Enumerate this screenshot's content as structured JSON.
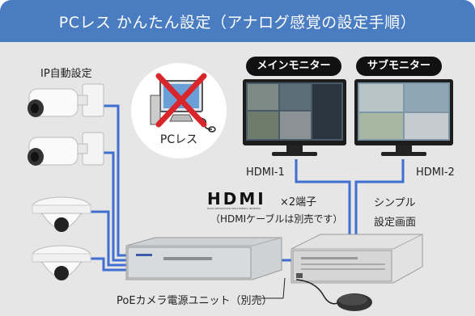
{
  "header": {
    "title": "PCレス かんたん設定（アナログ感覚の設定手順）"
  },
  "labels": {
    "ip_auto": "IP自動設定",
    "pc_less": "PCレス",
    "main_monitor": "メインモニター",
    "sub_monitor": "サブモニター",
    "hdmi1": "HDMI-1",
    "hdmi2": "HDMI-2",
    "hdmi_logo": "HDMI",
    "hdmi_logo_sub": "HIGH-DEFINITION MULTIMEDIA INTERFACE",
    "hdmi_terminals": "×2端子",
    "hdmi_note": "（HDMIケーブルは別売です）",
    "simple_line1": "シンプル",
    "simple_line2": "設定画面",
    "poe_unit": "PoEカメラ電源ユニット（別売）"
  },
  "colors": {
    "header": "#4a7cc1",
    "cable": "#3f6fd0",
    "panel": "#e6e6e6",
    "cross": "#d9262c"
  },
  "icons": [
    "bullet-camera-icon",
    "dome-camera-icon",
    "pc-icon",
    "cross-icon",
    "monitor-icon",
    "recorder-icon",
    "poe-unit-icon",
    "mouse-icon"
  ]
}
